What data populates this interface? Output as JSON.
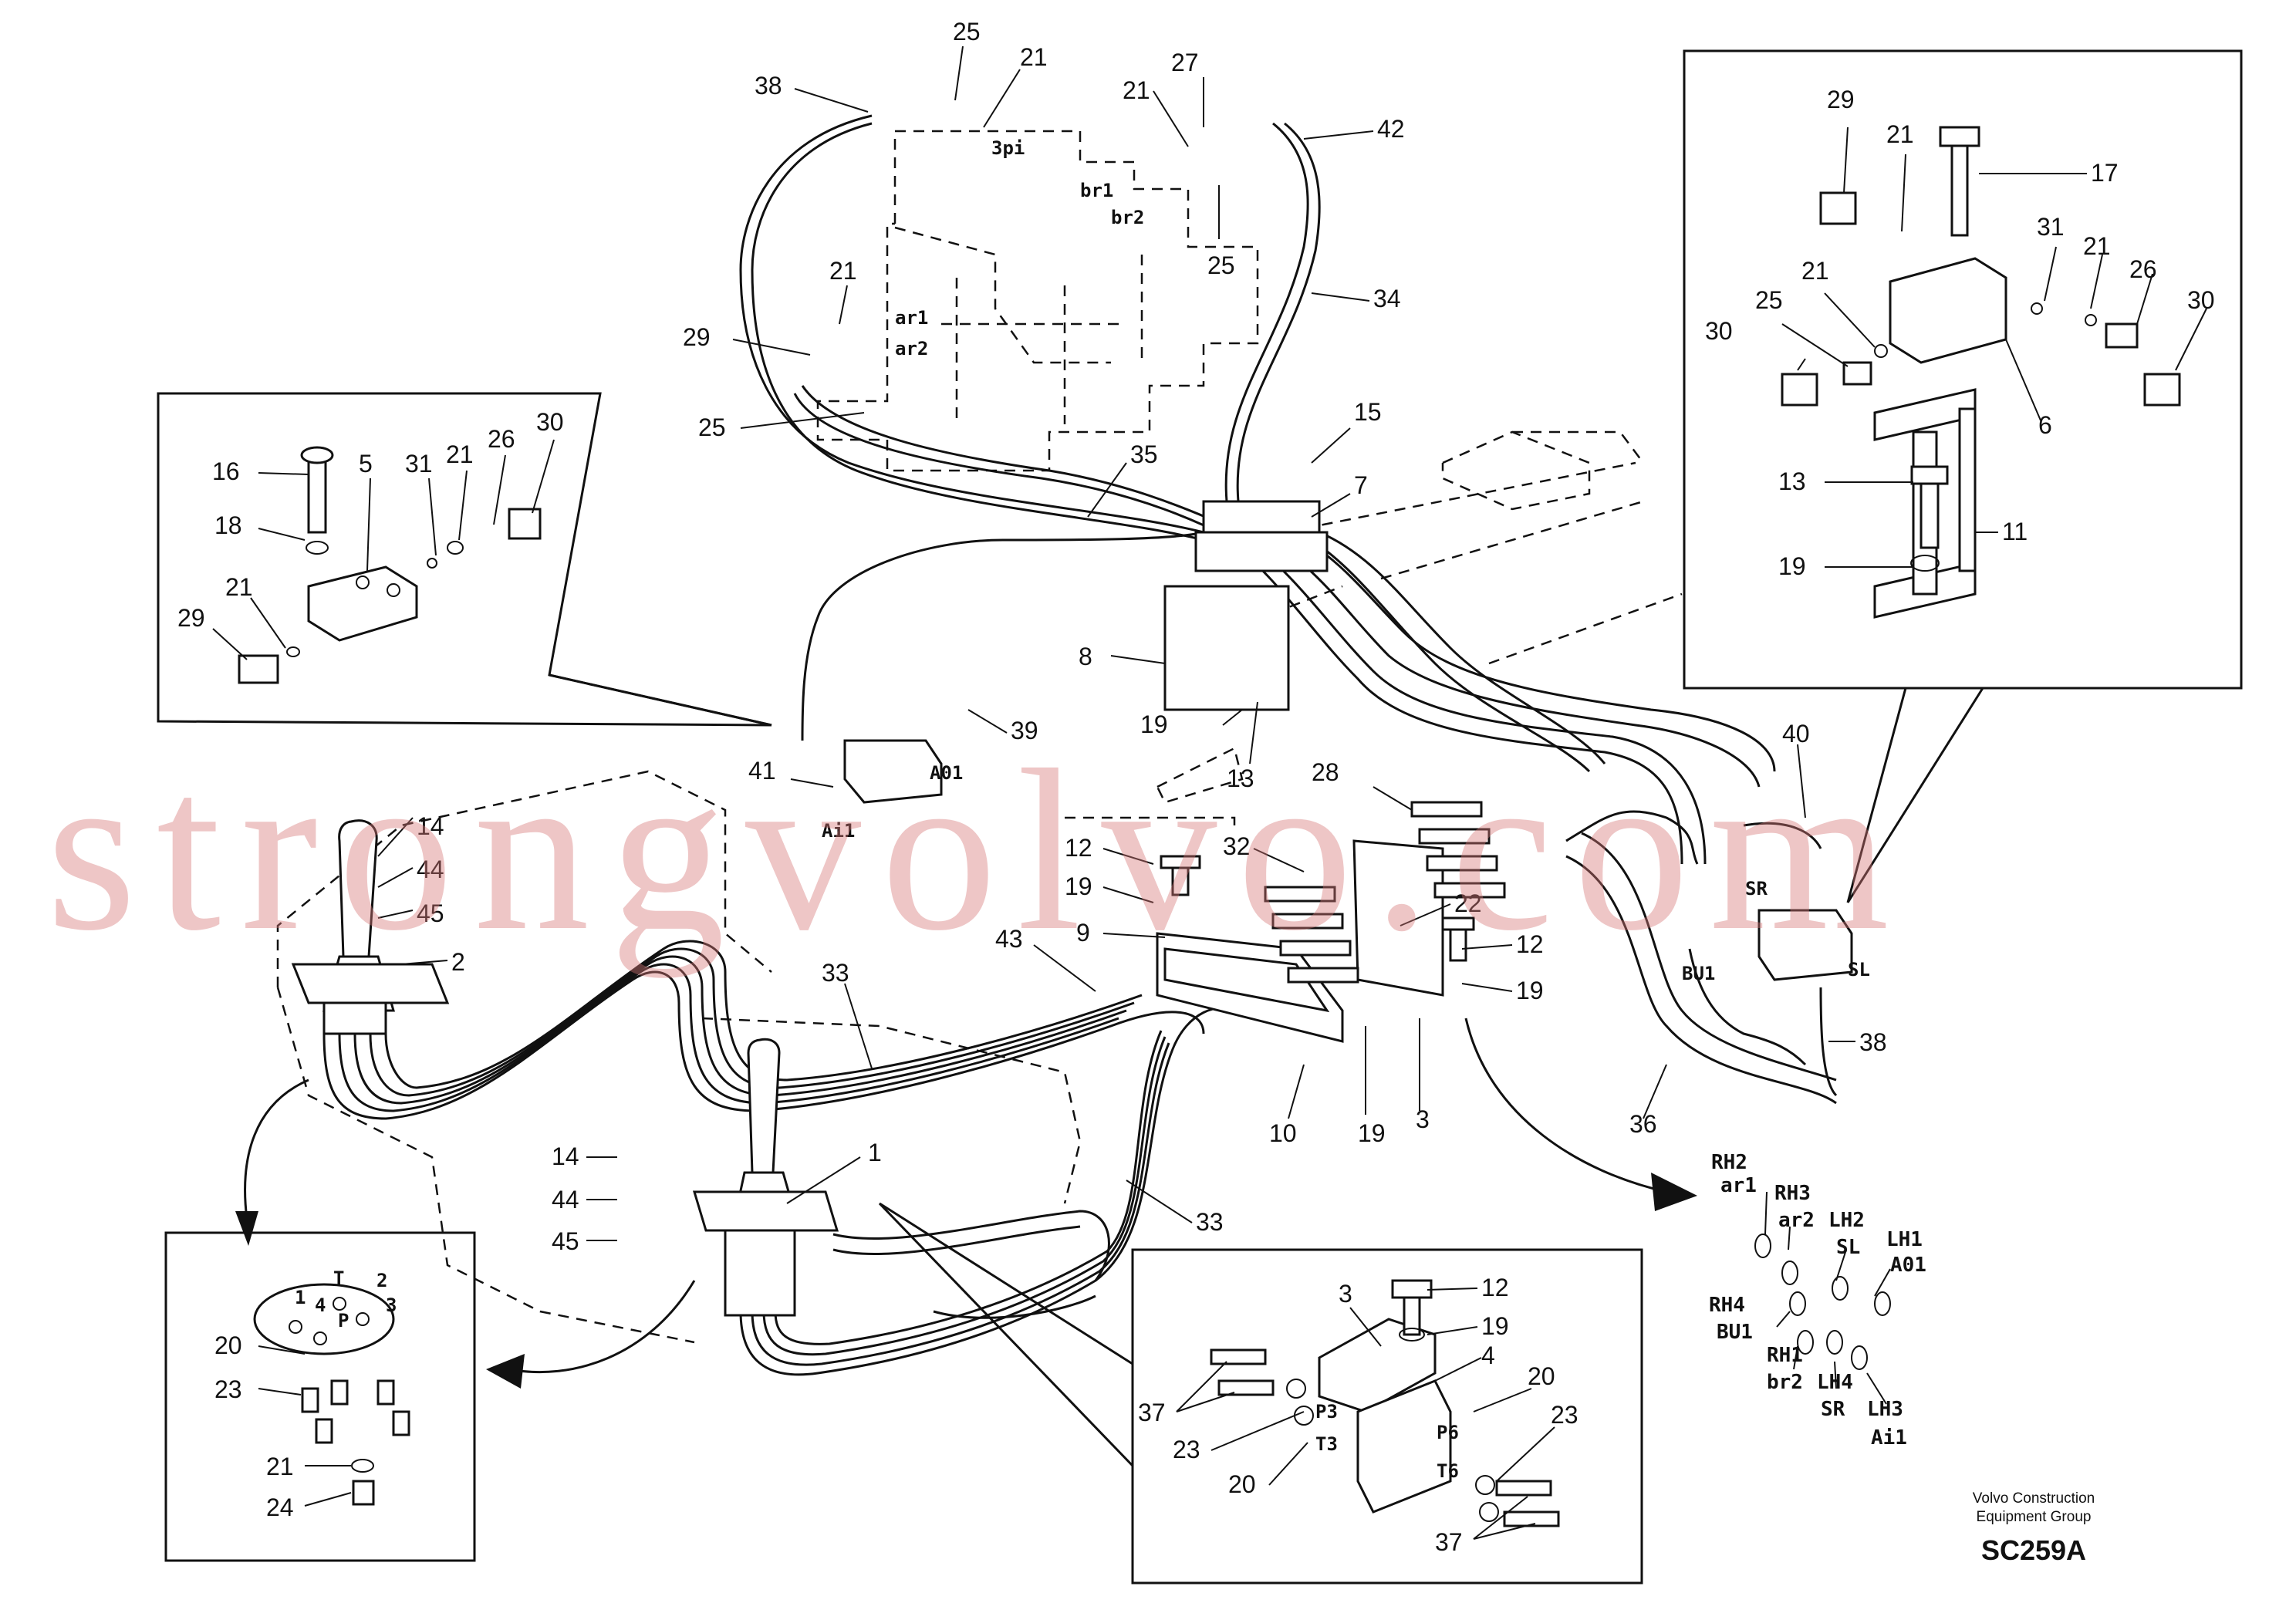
{
  "diagram": {
    "watermark": "strongvolvo.com",
    "footer_line1": "Volvo Construction",
    "footer_line2": "Equipment Group",
    "figure_code": "SC259A",
    "ports": {
      "pi3": "3pi",
      "br1": "br1",
      "br2": "br2",
      "ar1": "ar1",
      "ar2": "ar2",
      "a01": "A01",
      "ai1": "Ai1",
      "sr": "SR",
      "sl": "SL",
      "bu1": "BU1",
      "p3": "P3",
      "t3": "T3",
      "p6": "P6",
      "t6": "T6",
      "i1": "1",
      "i2": "2",
      "i3": "3",
      "i4": "4",
      "iT": "T",
      "iP": "P"
    },
    "legend": {
      "rh2": "RH2",
      "rh2s": "ar1",
      "rh3": "RH3",
      "rh3s": "ar2",
      "lh2": "LH2",
      "lh2s": "SL",
      "lh1": "LH1",
      "lh1s": "A01",
      "rh4": "RH4",
      "rh4s": "BU1",
      "rh1": "RH1",
      "rh1s": "br2",
      "lh4": "LH4",
      "lh4s": "SR",
      "lh3": "LH3",
      "lh3s": "Ai1"
    },
    "callouts": {
      "c25a": "25",
      "c21a": "21",
      "c38a": "38",
      "c27": "27",
      "c21b": "21",
      "c42": "42",
      "c25b": "25",
      "c34": "34",
      "c21c": "21",
      "c29a": "29",
      "c25c": "25",
      "c35": "35",
      "c15": "15",
      "c7": "7",
      "c8": "8",
      "c19a": "19",
      "c13a": "13",
      "c39": "39",
      "c41": "41",
      "c28": "28",
      "c40": "40",
      "c16": "16",
      "c5": "5",
      "c31a": "31",
      "c21d": "21",
      "c26a": "26",
      "c30a": "30",
      "c18": "18",
      "c21e": "21",
      "c29b": "29",
      "c29c": "29",
      "c21f": "21",
      "c17": "17",
      "c31b": "31",
      "c21g": "21",
      "c26b": "26",
      "c30b": "30",
      "c21h": "21",
      "c25d": "25",
      "c30c": "30",
      "c6": "6",
      "c13b": "13",
      "c11": "11",
      "c19b": "19",
      "c14a": "14",
      "c44a": "44",
      "c45a": "45",
      "c2": "2",
      "c12a": "12",
      "c32": "32",
      "c19c": "19",
      "c9": "9",
      "c22": "22",
      "c43": "43",
      "c12b": "12",
      "c19d": "19",
      "c33a": "33",
      "c38b": "38",
      "c10": "10",
      "c19e": "19",
      "c3a": "3",
      "c36": "36",
      "c14b": "14",
      "c44b": "44",
      "c45b": "45",
      "c1": "1",
      "c33b": "33",
      "c20a": "20",
      "c23a": "23",
      "c21i": "21",
      "c24": "24",
      "c3b": "3",
      "c12c": "12",
      "c19f": "19",
      "c4": "4",
      "c20b": "20",
      "c23b": "23",
      "c37a": "37",
      "c23c": "23",
      "c20c": "20",
      "c37b": "37"
    }
  }
}
